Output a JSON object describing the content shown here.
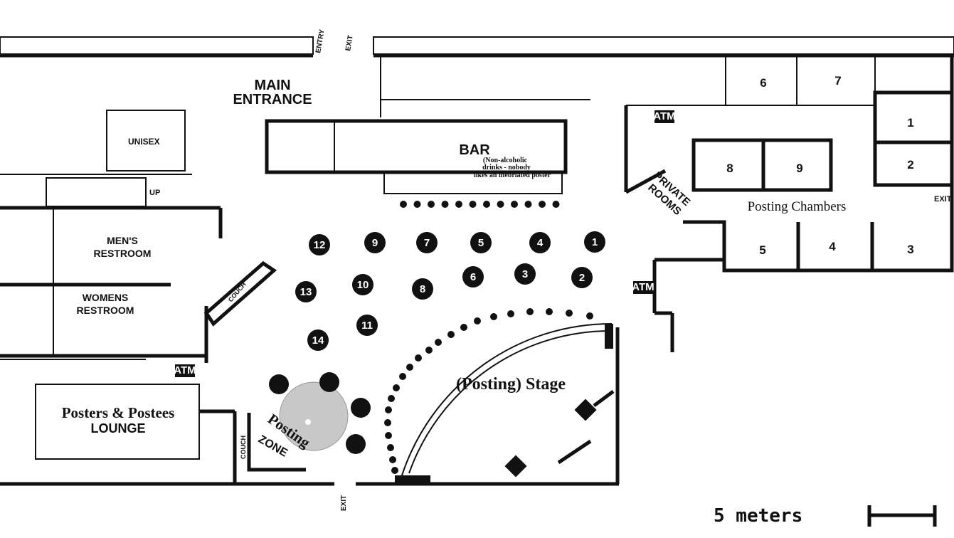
{
  "title_labels": {
    "main_entrance_1": "MAIN",
    "main_entrance_2": "ENTRANCE",
    "entry": "ENTRY",
    "exit_top": "EXIT",
    "exit_right": "EXIT",
    "exit_bottom": "EXIT",
    "unisex": "UNISEX",
    "up": "UP",
    "mens_1": "MEN'S",
    "mens_2": "RESTROOM",
    "womens_1": "WOMENS",
    "womens_2": "RESTROOM",
    "couch": "COUCH",
    "atm": "ATM",
    "bar": "BAR",
    "bar_note": [
      "(Non-alcoholic",
      "drinks - nobody",
      "likes  an inebriated poster"
    ],
    "private_1": "PRIVATE",
    "private_2": "ROOMS",
    "posting_chambers": "Posting Chambers",
    "stage": "(Posting) Stage",
    "lounge_1": "Posters & Postees",
    "lounge_2": "LOUNGE",
    "zone_1": "Posting",
    "zone_2": "ZONE",
    "scale": "5 meters"
  },
  "rooms": [
    "6",
    "7",
    "1",
    "2",
    "8",
    "9",
    "5",
    "4",
    "3"
  ],
  "tables": [
    "12",
    "9",
    "7",
    "5",
    "4",
    "1",
    "13",
    "10",
    "8",
    "6",
    "3",
    "2",
    "11",
    "14"
  ],
  "colors": {
    "ink": "#111111",
    "zone": "#c8c8c8"
  }
}
